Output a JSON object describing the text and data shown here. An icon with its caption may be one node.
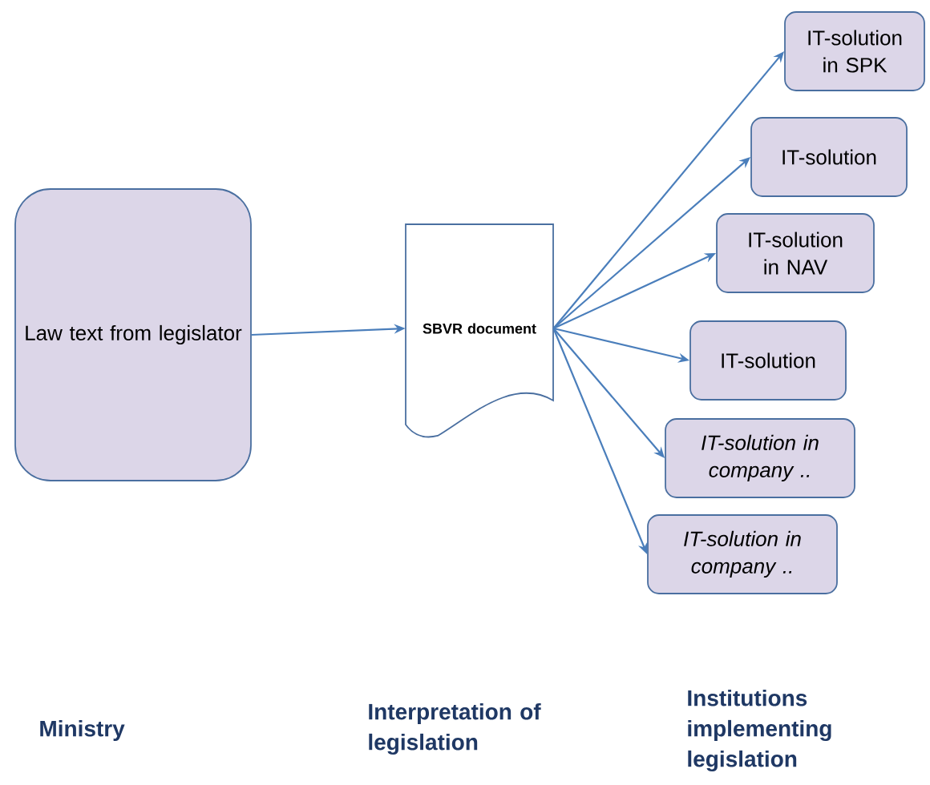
{
  "diagram": {
    "nodes": [
      {
        "text": [
          "Law text from legislator"
        ]
      },
      {
        "text": [
          "SBVR document"
        ]
      },
      {
        "text": [
          "IT-solution in SPK"
        ]
      },
      {
        "text": [
          "IT-solution"
        ]
      },
      {
        "text": [
          "IT-solution in NAV"
        ]
      },
      {
        "text": [
          "IT-solution"
        ]
      },
      {
        "text": [
          "IT-solution in company .."
        ]
      },
      {
        "text": [
          "IT-solution in company .."
        ]
      }
    ],
    "edges": [
      {
        "from": 0,
        "to": 1,
        "arrow": "to"
      },
      {
        "from": 1,
        "to": 2,
        "arrow": "to"
      },
      {
        "from": 1,
        "to": 3,
        "arrow": "to"
      },
      {
        "from": 1,
        "to": 4,
        "arrow": "to"
      },
      {
        "from": 1,
        "to": 5,
        "arrow": "to"
      },
      {
        "from": 1,
        "to": 6,
        "arrow": "to"
      },
      {
        "from": 1,
        "to": 7,
        "arrow": "to"
      }
    ],
    "labels": [
      "Ministry",
      "Interpretation of legislation",
      "Institutions implementing legislation"
    ]
  }
}
